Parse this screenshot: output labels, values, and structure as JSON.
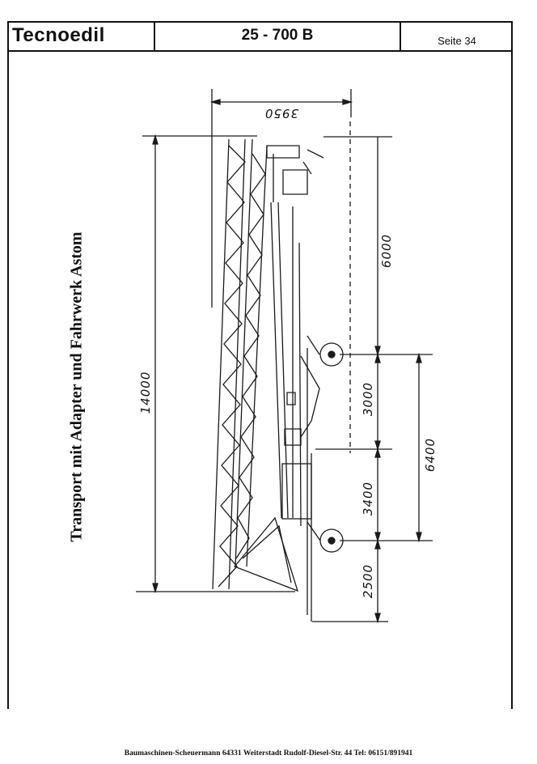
{
  "header": {
    "brand": "Tecnoedil",
    "model": "25 - 700 B",
    "page": "Seite 34"
  },
  "side_title": "Transport mit Adapter und Fahrwerk Astom",
  "dimensions": {
    "top_width": "3950",
    "overall_length": "14000",
    "front_section": "6000",
    "axle_gap_a": "3000",
    "axle_gap_b": "3400",
    "wheelbase": "6400",
    "rear_overhang": "2500"
  },
  "footer": "Baumaschinen-Scheuermann 64331 Weiterstadt Rudolf-Diesel-Str. 44 Tel: 06151/891941"
}
